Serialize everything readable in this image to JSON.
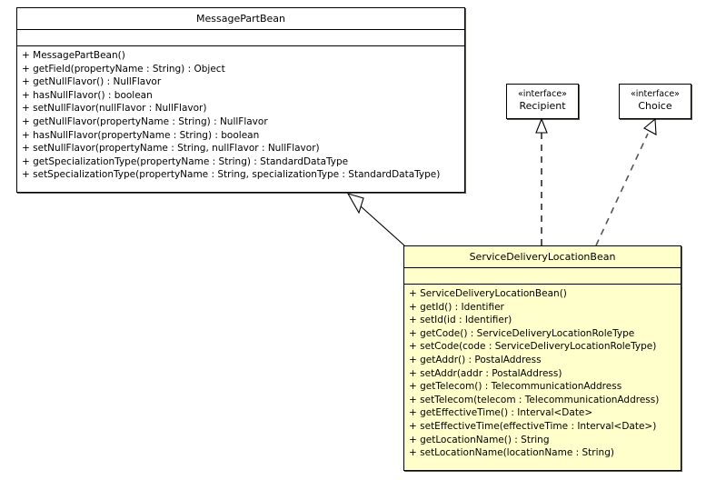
{
  "diagram": {
    "kind": "uml-class-diagram",
    "background": "#ffffff",
    "line_color": "#000000",
    "class_fill_plain": "#ffffff",
    "class_fill_highlight": "#ffffcc"
  },
  "classes": [
    {
      "id": "message-part-bean",
      "name": "MessagePartBean",
      "attributes": [],
      "operations": [
        "+ MessagePartBean()",
        "+ getField(propertyName : String) : Object",
        "+ getNullFlavor() : NullFlavor",
        "+ hasNullFlavor() : boolean",
        "+ setNullFlavor(nullFlavor : NullFlavor)",
        "+ getNullFlavor(propertyName : String) : NullFlavor",
        "+ hasNullFlavor(propertyName : String) : boolean",
        "+ setNullFlavor(propertyName : String, nullFlavor : NullFlavor)",
        "+ getSpecializationType(propertyName : String) : StandardDataType",
        "+ setSpecializationType(propertyName : String, specializationType : StandardDataType)"
      ]
    },
    {
      "id": "service-delivery-location-bean",
      "name": "ServiceDeliveryLocationBean",
      "attributes": [],
      "operations": [
        "+ ServiceDeliveryLocationBean()",
        "+ getId() : Identifier",
        "+ setId(id : Identifier)",
        "+ getCode() : ServiceDeliveryLocationRoleType",
        "+ setCode(code : ServiceDeliveryLocationRoleType)",
        "+ getAddr() : PostalAddress",
        "+ setAddr(addr : PostalAddress)",
        "+ getTelecom() : TelecommunicationAddress",
        "+ setTelecom(telecom : TelecommunicationAddress)",
        "+ getEffectiveTime() : Interval<Date>",
        "+ setEffectiveTime(effectiveTime : Interval<Date>)",
        "+ getLocationName() : String",
        "+ setLocationName(locationName : String)"
      ]
    }
  ],
  "interfaces": [
    {
      "id": "recipient",
      "stereotype": "«interface»",
      "name": "Recipient"
    },
    {
      "id": "choice",
      "stereotype": "«interface»",
      "name": "Choice"
    }
  ],
  "relationships": [
    {
      "id": "generalization-sdlb-to-mpb",
      "type": "generalization",
      "from": "ServiceDeliveryLocationBean",
      "to": "MessagePartBean",
      "style": "solid",
      "arrowhead": "hollow-triangle"
    },
    {
      "id": "realization-sdlb-to-recipient",
      "type": "realization",
      "from": "ServiceDeliveryLocationBean",
      "to": "Recipient",
      "style": "dashed",
      "arrowhead": "hollow-triangle"
    },
    {
      "id": "realization-sdlb-to-choice",
      "type": "realization",
      "from": "ServiceDeliveryLocationBean",
      "to": "Choice",
      "style": "dashed",
      "arrowhead": "hollow-triangle"
    }
  ]
}
